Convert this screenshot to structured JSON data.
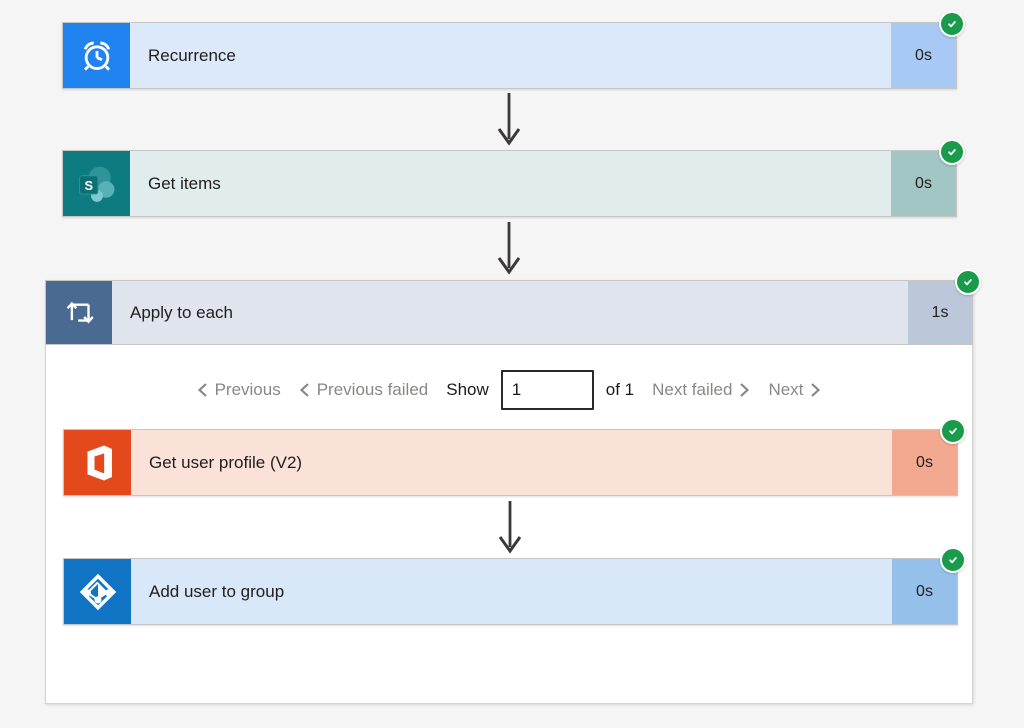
{
  "colors": {
    "page_bg": "#f6f5f5",
    "success_green": "#1a9b4b",
    "arrow": "#3b3a39",
    "recurrence_icon_bg": "#2183f0",
    "get_items_icon_bg": "#0d7b80",
    "apply_to_each_icon_bg": "#4a6a91",
    "get_user_profile_icon_bg": "#e4491c",
    "add_user_to_group_icon_bg": "#1173c4"
  },
  "nodes": {
    "recurrence": {
      "title": "Recurrence",
      "duration": "0s",
      "icon": "alarm-clock-icon",
      "status": "succeeded"
    },
    "get_items": {
      "title": "Get items",
      "duration": "0s",
      "icon": "sharepoint-icon",
      "status": "succeeded"
    },
    "apply_to_each": {
      "title": "Apply to each",
      "duration": "1s",
      "icon": "loop-icon",
      "status": "succeeded"
    },
    "get_user_profile": {
      "title": "Get user profile (V2)",
      "duration": "0s",
      "icon": "office-icon",
      "status": "succeeded"
    },
    "add_user_to_group": {
      "title": "Add user to group",
      "duration": "0s",
      "icon": "azure-ad-icon",
      "status": "succeeded"
    }
  },
  "pagination": {
    "previous_label": "Previous",
    "previous_failed_label": "Previous failed",
    "show_label": "Show",
    "page_value": "1",
    "of_label": "of 1",
    "next_failed_label": "Next failed",
    "next_label": "Next"
  }
}
